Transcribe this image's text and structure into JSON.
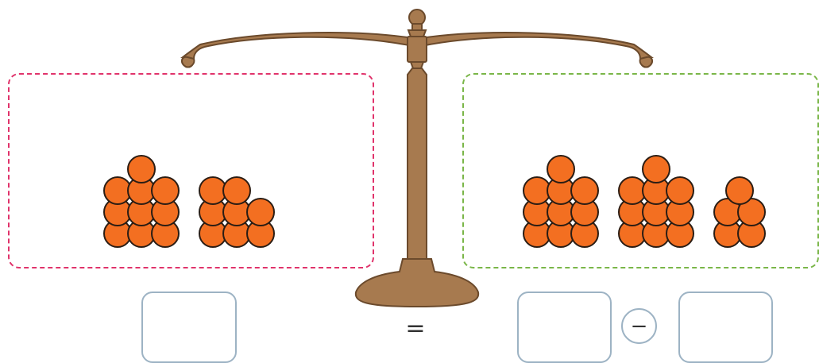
{
  "colors": {
    "balance_fill": "#a77a4f",
    "balance_stroke": "#6b4a2c",
    "ball_fill": "#f36f21",
    "ball_stroke": "#2b1d14",
    "left_pan_border": "#e0336b",
    "right_pan_border": "#7ab648",
    "answer_box_border": "#9db3c4"
  },
  "balance": {
    "icon": "balance-scale-icon"
  },
  "left_pan": {
    "groups": [
      {
        "count": 10,
        "arrangement": "3-3-3-1"
      },
      {
        "count": 8,
        "arrangement": "3-3-2"
      }
    ]
  },
  "right_pan": {
    "groups": [
      {
        "count": 10,
        "arrangement": "3-3-3-1"
      },
      {
        "count": 10,
        "arrangement": "3-3-3-1"
      },
      {
        "count": 5,
        "arrangement": "2-2-1"
      }
    ]
  },
  "equation": {
    "left_answer": "",
    "equals_sign": "=",
    "right_answer_1": "",
    "operator": "−",
    "right_answer_2": ""
  }
}
